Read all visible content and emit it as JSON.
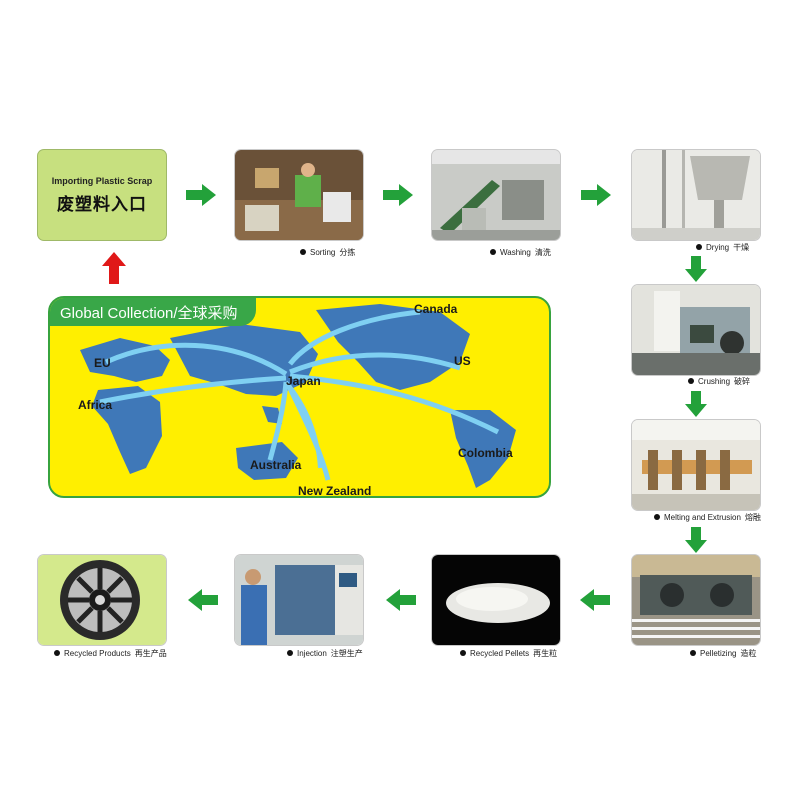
{
  "start": {
    "label_en": "Importing Plastic Scrap",
    "label_zh": "废塑料入口"
  },
  "map": {
    "title": "Global Collection/全球采购",
    "labels": {
      "canada": "Canada",
      "eu": "EU",
      "us": "US",
      "japan": "Japan",
      "africa": "Africa",
      "australia": "Australia",
      "colombia": "Colombia",
      "new_zealand": "New Zealand"
    }
  },
  "steps": [
    {
      "id": "sorting",
      "en": "Sorting",
      "zh": "分拣"
    },
    {
      "id": "washing",
      "en": "Washing",
      "zh": "清洗"
    },
    {
      "id": "drying",
      "en": "Drying",
      "zh": "干燥"
    },
    {
      "id": "crushing",
      "en": "Crushing",
      "zh": "破碎"
    },
    {
      "id": "melting",
      "en": "Melting and Extrusion",
      "zh": "熔融"
    },
    {
      "id": "pelletizing",
      "en": "Pelletizing",
      "zh": "造粒"
    },
    {
      "id": "pellets",
      "en": "Recycled Pellets",
      "zh": "再生粒"
    },
    {
      "id": "injection",
      "en": "Injection",
      "zh": "注塑生产"
    },
    {
      "id": "products",
      "en": "Recycled Products",
      "zh": "再生产品"
    }
  ],
  "colors": {
    "flow_arrow": "#23a13a",
    "import_arrow": "#e01818",
    "map_bg": "#ffef00",
    "map_title_bg": "#39a748",
    "land": "#3f78b8",
    "route": "#7fd0f2"
  }
}
